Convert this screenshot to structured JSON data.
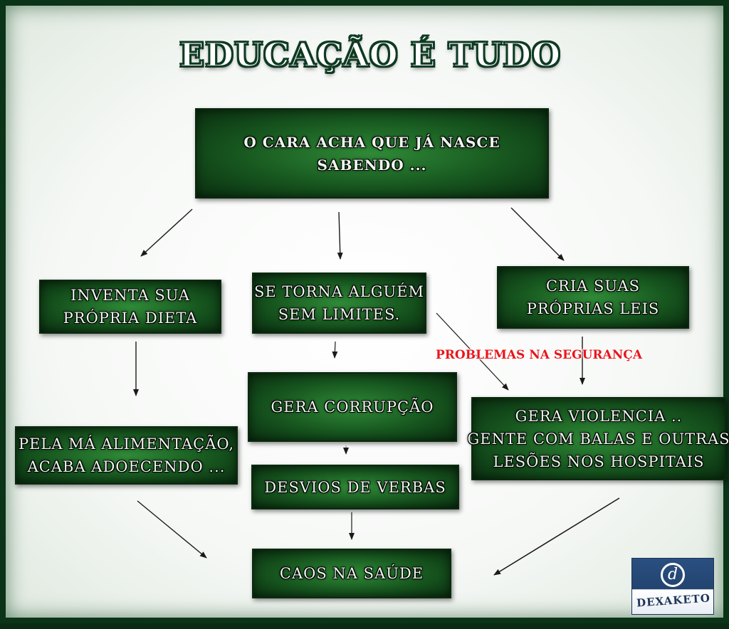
{
  "title": "EDUCAÇÃO É TUDO",
  "nodes": {
    "root": {
      "lines": [
        "O CARA ACHA QUE JÁ NASCE",
        "SABENDO ..."
      ]
    },
    "diet": {
      "lines": [
        "INVENTA SUA",
        "PRÓPRIA DIETA"
      ]
    },
    "limits": {
      "lines": [
        "SE TORNA ALGUÉM",
        "SEM LIMITES."
      ]
    },
    "laws": {
      "lines": [
        "CRIA SUAS",
        "PRÓPRIAS LEIS"
      ]
    },
    "sick": {
      "lines": [
        "PELA MÁ ALIMENTAÇÃO,",
        "ACABA ADOECENDO ..."
      ]
    },
    "corruption": {
      "lines": [
        "GERA CORRUPÇÃO"
      ]
    },
    "violence": {
      "lines": [
        "GERA VIOLENCIA ..",
        "GENTE COM BALAS E OUTRAS",
        "LESÕES NOS HOSPITAIS"
      ]
    },
    "funds": {
      "lines": [
        "DESVIOS DE VERBAS"
      ]
    },
    "chaos": {
      "lines": [
        "CAOS NA SAÚDE"
      ]
    }
  },
  "callout": "PROBLEMAS NA SEGURANÇA",
  "logo": {
    "text": "DEXAKETO",
    "mark": "d"
  },
  "colors": {
    "box_green": "#17561f",
    "callout_red": "#e8161b",
    "border_dark_green": "#0b3318"
  }
}
